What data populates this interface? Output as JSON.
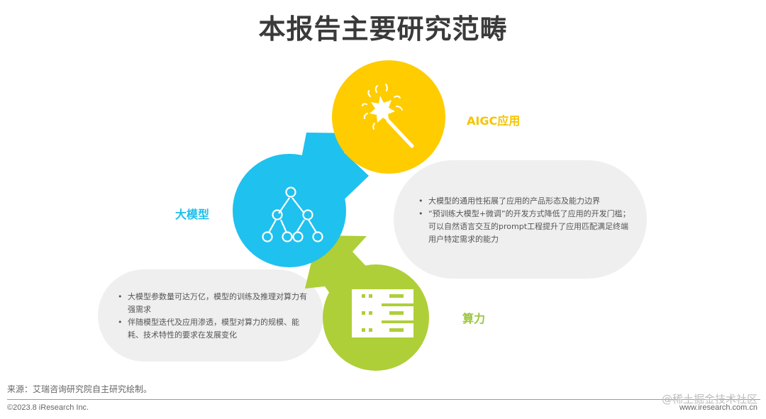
{
  "title": "本报告主要研究范畴",
  "nodes": {
    "aigc": {
      "label": "AIGC应用",
      "icon": "magic-wand-icon",
      "color": "#FFCC00"
    },
    "model": {
      "label": "大模型",
      "icon": "tree-hierarchy-icon",
      "color": "#1FC1EE"
    },
    "compute": {
      "label": "算力",
      "icon": "server-rack-icon",
      "color": "#AECF38"
    }
  },
  "bubbles": {
    "right": {
      "items": [
        "大模型的通用性拓展了应用的产品形态及能力边界",
        "“预训练大模型+微调”的开发方式降低了应用的开发门槛；可以自然语言交互的prompt工程提升了应用匹配满足终端用户特定需求的能力"
      ]
    },
    "left": {
      "items": [
        "大模型参数量可达万亿，模型的训练及推理对算力有强需求",
        "伴随模型迭代及应用渗透，模型对算力的规模、能耗、技术特性的要求在发展变化"
      ]
    }
  },
  "footer": {
    "source": "来源：艾瑞咨询研究院自主研究绘制。",
    "copyright": "©2023.8 iResearch Inc.",
    "watermark": "@稀土掘金技术社区",
    "site": "www.iresearch.com.cn"
  }
}
